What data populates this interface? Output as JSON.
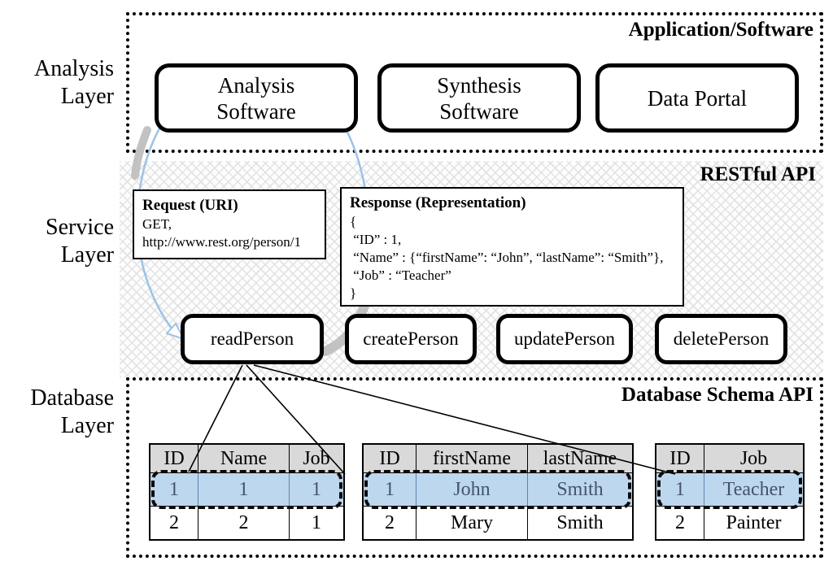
{
  "left_labels": {
    "analysis": "Analysis Layer",
    "service": "Service Layer",
    "database": "Database Layer"
  },
  "application": {
    "title": "Application/Software",
    "boxes": [
      {
        "line1": "Analysis",
        "line2": "Software"
      },
      {
        "line1": "Synthesis",
        "line2": "Software"
      },
      {
        "line1": "Data Portal",
        "line2": ""
      }
    ]
  },
  "service": {
    "title": "RESTful API",
    "request": {
      "title": "Request (URI)",
      "lines": [
        "GET,",
        "http://www.rest.org/person/1"
      ]
    },
    "response": {
      "title": "Response (Representation)",
      "lines": [
        "{",
        " “ID” : 1,",
        " “Name” : {“firstName”: “John”, “lastName”: “Smith”},",
        " “Job” : “Teacher”",
        "}"
      ]
    },
    "operations": [
      "readPerson",
      "createPerson",
      "updatePerson",
      "deletePerson"
    ]
  },
  "database": {
    "title": "Database Schema API",
    "tables": [
      {
        "headers": [
          "ID",
          "Name",
          "Job"
        ],
        "rows": [
          [
            "1",
            "1",
            "1"
          ],
          [
            "2",
            "2",
            "1"
          ]
        ]
      },
      {
        "headers": [
          "ID",
          "firstName",
          "lastName"
        ],
        "rows": [
          [
            "1",
            "John",
            "Smith"
          ],
          [
            "2",
            "Mary",
            "Smith"
          ]
        ]
      },
      {
        "headers": [
          "ID",
          "Job"
        ],
        "rows": [
          [
            "1",
            "Teacher"
          ],
          [
            "2",
            "Painter"
          ]
        ]
      }
    ]
  },
  "colors": {
    "highlight_row_bg": "#bdd7ee",
    "highlight_row_text": "#44546a",
    "table_header_bg": "#d9d9d9",
    "arrow_blue": "#9dc3e6",
    "ribbon_gray": "#c2c2c2"
  }
}
